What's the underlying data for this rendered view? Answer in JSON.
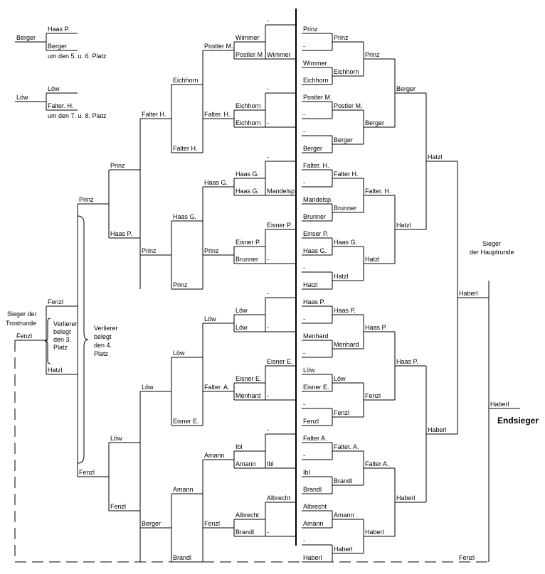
{
  "colors": {
    "lines": "#000000",
    "text": "#000000",
    "background": "#ffffff"
  },
  "placement": {
    "p56_left": "Berger",
    "p56_top": "Haas P.",
    "p56_bottom": "Berger",
    "p56_caption": "um den 5. u. 6. Platz",
    "p78_left": "Löw",
    "p78_top": "Löw",
    "p78_bottom": "Falter. H.",
    "p78_caption": "um den 7. u. 8. Platz"
  },
  "main": {
    "r1": [
      "Prinz",
      "-",
      "Wimmer",
      "Eichhorn",
      "Postler M.",
      "-",
      "-",
      "Berger",
      "Falter. H.",
      "-",
      "Mandelsp.",
      "Brunner",
      "Einser P.",
      "Haas G.",
      "-",
      "Hatzl",
      "Haas P.",
      "-",
      "Menhard",
      "-",
      "Löw",
      "Eisner E.",
      "-",
      "Fenzl",
      "Falter A.",
      "-",
      "Ibl",
      "Brandl",
      "Albrecht",
      "Amann",
      "-",
      "Haberl"
    ],
    "r2": [
      "Prinz",
      "Eichhorn",
      "Postler M.",
      "Berger",
      "Falter H.",
      "Brunner",
      "Haas G.",
      "Hatzl",
      "Haas P.",
      "Menhard",
      "Löw",
      "Fenzl",
      "Falter. A.",
      "Brandl",
      "Amann",
      "Haberl"
    ],
    "r3": [
      "Prinz",
      "Berger",
      "Falter. H.",
      "Hatzl",
      "Haas P.",
      "Fenzl",
      "Falter A.",
      "Haberl"
    ],
    "r4": [
      "Berger",
      "Hatzl",
      "Haas P.",
      "Haberl"
    ],
    "r5": [
      "Hatzl",
      "Haberl"
    ],
    "r6": [
      "Haberl"
    ],
    "winner_caption": [
      "Sieger",
      "der Hauptrunde"
    ]
  },
  "consolation": {
    "c1": [
      "-",
      "Wimmer",
      "Postler M",
      "Wimmer",
      "-",
      "Eichhorn",
      "Eichhorn",
      "-",
      "-",
      "Haas G.",
      "Haas G.",
      "Mandelsp.",
      "Eisner P.",
      "Eisner P.",
      "Brunner",
      "-",
      "-",
      "Löw",
      "Löw",
      "-",
      "Eisner E.",
      "Eisner E.",
      "Menhard",
      "-",
      "-",
      "Ibl",
      "Amann",
      "Ibl",
      "Albrecht",
      "Albrecht",
      "Brandl",
      "-"
    ],
    "c2": [
      "Postler M.",
      "Falter. H.",
      "Haas G.",
      "Prinz",
      "Löw",
      "Falter. A.",
      "Amann",
      "Fenzl"
    ],
    "c3": [
      "Eichhorn",
      "Falter H.",
      "Haas G.",
      "Prinz",
      "Löw",
      "Eisner E.",
      "Amann",
      "Brandl"
    ],
    "c4": [
      "Falter H.",
      "Prinz",
      "Löw",
      "Berger"
    ],
    "c5": [
      "Prinz",
      "Haas P.",
      "Löw",
      "Fenzl"
    ],
    "c6": [
      "Prinz",
      "Fenzl"
    ],
    "losers_4th": [
      "Verlierer",
      "belegt",
      "den 4.",
      "Platz"
    ],
    "third_place": {
      "top": "Fenzl",
      "bottom": "Hatzl",
      "caption": [
        "Verlierer",
        "belegt",
        "den 3.",
        "Platz"
      ]
    },
    "winner_caption": [
      "Sieger der",
      "Trostrunde"
    ],
    "winner": "Fenzl"
  },
  "final": {
    "main_side": "Haberl",
    "consolation_side": "Fenzl",
    "champion": "Haberl",
    "champion_label": "Endsieger"
  }
}
